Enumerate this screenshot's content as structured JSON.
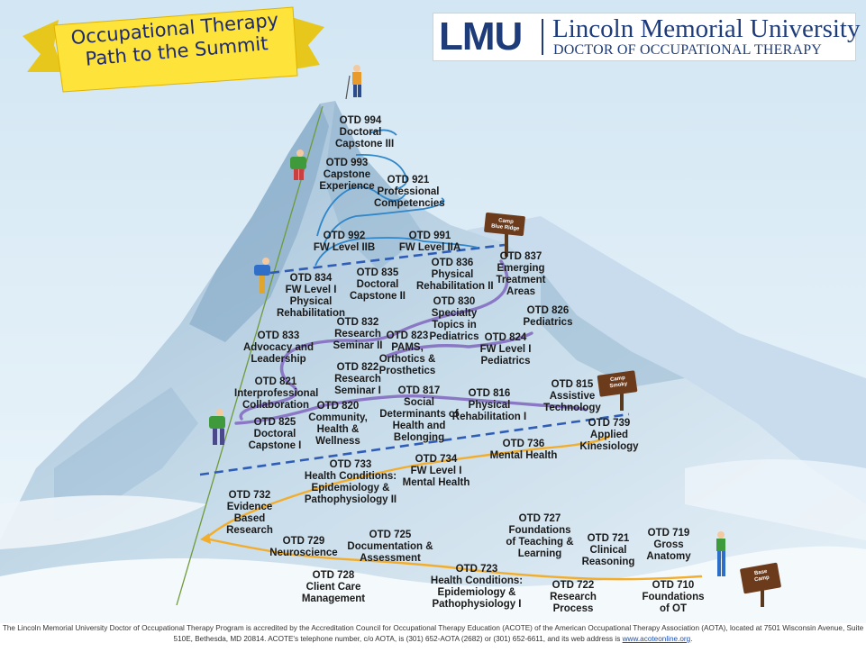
{
  "banner": {
    "title": "Occupational Therapy\nPath to the Summit"
  },
  "logo": {
    "mark": "LMU",
    "university": "Lincoln Memorial University",
    "program": "DOCTOR OF OCCUPATIONAL THERAPY"
  },
  "camps": {
    "blue_ridge": "Camp\nBlue Ridge",
    "smoky": "Camp\nSmoky",
    "base": "Base\nCamp"
  },
  "courses": [
    {
      "code": "OTD 994",
      "name": "Doctoral\nCapstone III"
    },
    {
      "code": "OTD 993",
      "name": "Capstone\nExperience"
    },
    {
      "code": "OTD 921",
      "name": "Professional\nCompetencies"
    },
    {
      "code": "OTD 992",
      "name": "FW Level IIB"
    },
    {
      "code": "OTD 991",
      "name": "FW Level IIA"
    },
    {
      "code": "OTD 837",
      "name": "Emerging\nTreatment\nAreas"
    },
    {
      "code": "OTD 834",
      "name": "FW Level I\nPhysical\nRehabilitation"
    },
    {
      "code": "OTD 835",
      "name": "Doctoral\nCapstone II"
    },
    {
      "code": "OTD 836",
      "name": "Physical\nRehabilitation II"
    },
    {
      "code": "OTD 830",
      "name": "Specialty\nTopics in\nPediatrics"
    },
    {
      "code": "OTD 826",
      "name": "Pediatrics"
    },
    {
      "code": "OTD 832",
      "name": "Research\nSeminar II"
    },
    {
      "code": "OTD 833",
      "name": "Advocacy and\nLeadership"
    },
    {
      "code": "OTD 823",
      "name": "PAMS,\nOrthotics &\nProsthetics"
    },
    {
      "code": "OTD 824",
      "name": "FW Level I\nPediatrics"
    },
    {
      "code": "OTD 822",
      "name": "Research\nSeminar I"
    },
    {
      "code": "OTD 821",
      "name": "Interprofessional\nCollaboration"
    },
    {
      "code": "OTD 817",
      "name": "Social\nDeterminants of\nHealth and\nBelonging"
    },
    {
      "code": "OTD 816",
      "name": "Physical\nRehabilitation I"
    },
    {
      "code": "OTD 815",
      "name": "Assistive\nTechnology"
    },
    {
      "code": "OTD 820",
      "name": "Community,\nHealth &\nWellness"
    },
    {
      "code": "OTD 825",
      "name": "Doctoral\nCapstone I"
    },
    {
      "code": "OTD 739",
      "name": "Applied\nKinesiology"
    },
    {
      "code": "OTD 736",
      "name": "Mental Health"
    },
    {
      "code": "OTD 734",
      "name": "FW Level I\nMental Health"
    },
    {
      "code": "OTD 733",
      "name": "Health Conditions:\nEpidemiology &\nPathophysiology II"
    },
    {
      "code": "OTD 732",
      "name": "Evidence\nBased\nResearch"
    },
    {
      "code": "OTD 727",
      "name": "Foundations\nof Teaching &\nLearning"
    },
    {
      "code": "OTD 721",
      "name": "Clinical\nReasoning"
    },
    {
      "code": "OTD 719",
      "name": "Gross\nAnatomy"
    },
    {
      "code": "OTD 729",
      "name": "Neuroscience"
    },
    {
      "code": "OTD 725",
      "name": "Documentation &\nAssessment"
    },
    {
      "code": "OTD 728",
      "name": "Client Care\nManagement"
    },
    {
      "code": "OTD 723",
      "name": "Health Conditions:\nEpidemiology &\nPathophysiology I"
    },
    {
      "code": "OTD 722",
      "name": "Research\nProcess"
    },
    {
      "code": "OTD 710",
      "name": "Foundations\nof OT"
    }
  ],
  "footer": {
    "text": "The Lincoln Memorial University Doctor of Occupational Therapy Program is accredited by the Accreditation Council for Occupational Therapy Education (ACOTE) of the American Occupational Therapy Association (AOTA), located at 7501 Wisconsin Avenue, Suite 510E, Bethesda, MD 20814. ACOTE's telephone number, c/o AOTA, is (301) 652-AOTA (2682) or (301) 652-6611, and its web address is ",
    "link": "www.acoteonline.org",
    "end": "."
  },
  "colors": {
    "sky": "#dcecf6",
    "mountain_shadow": "#7fa5c4",
    "snow": "#f4f9fc",
    "path_year1": "#f2ad2c",
    "path_year2": "#8a78c4",
    "path_year3": "#2f86c8",
    "divider": "#2f5db5",
    "banner": "#fde33a",
    "logo_blue": "#1f3c7a"
  }
}
